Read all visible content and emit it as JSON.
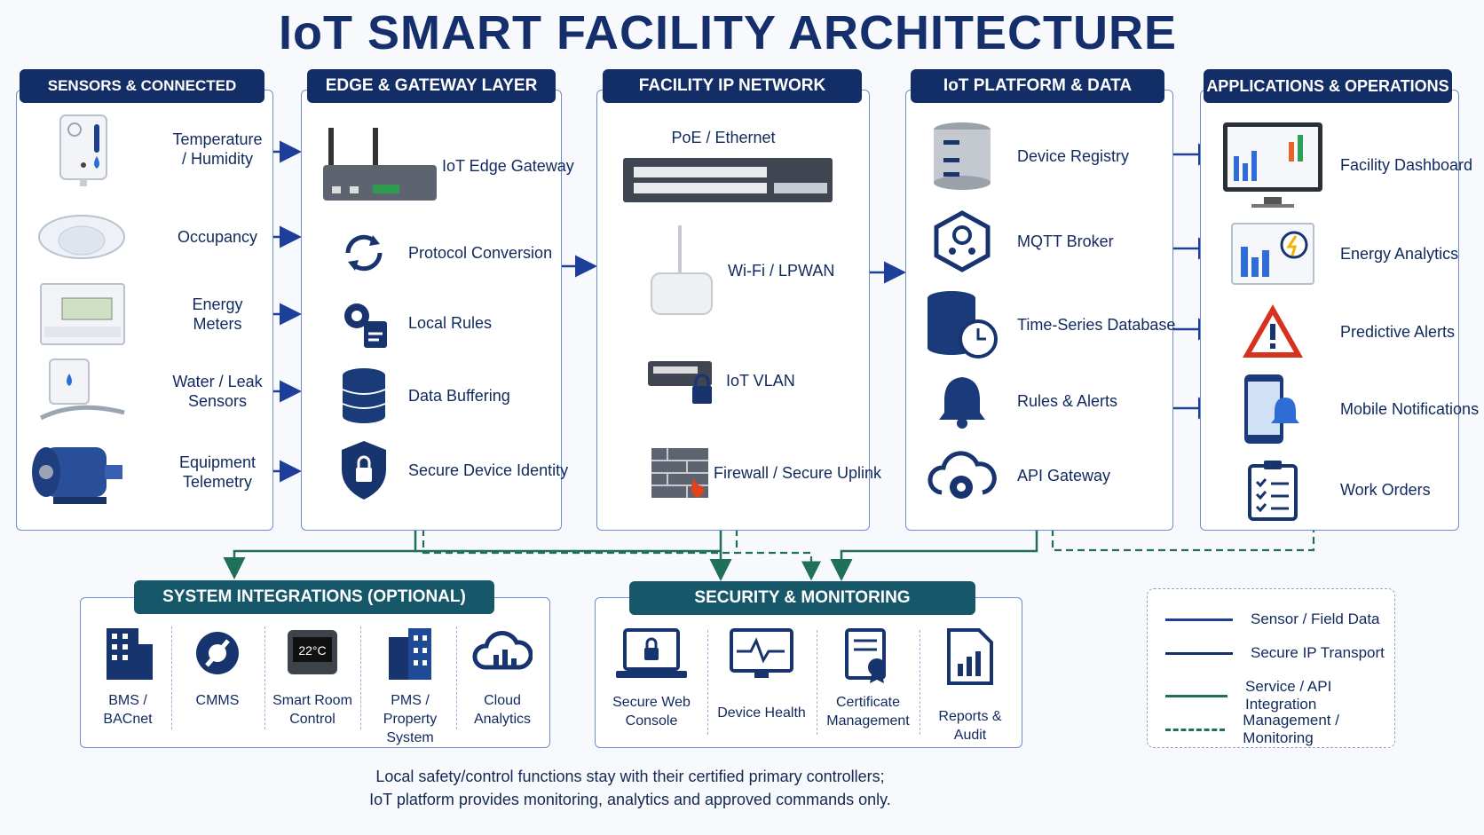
{
  "title": "IoT SMART FACILITY ARCHITECTURE",
  "columns": {
    "sensors": {
      "header": "SENSORS & CONNECTED DEVICES",
      "items": [
        {
          "label": "Temperature / Humidity",
          "icon": "thermostat-sensor-icon"
        },
        {
          "label": "Occupancy",
          "icon": "occupancy-sensor-icon"
        },
        {
          "label": "Energy Meters",
          "icon": "energy-meter-icon"
        },
        {
          "label": "Water / Leak Sensors",
          "icon": "leak-sensor-icon"
        },
        {
          "label": "Equipment Telemetry",
          "icon": "motor-icon"
        }
      ]
    },
    "edge": {
      "header": "EDGE & GATEWAY LAYER",
      "items": [
        {
          "label": "IoT Edge Gateway",
          "icon": "gateway-router-icon"
        },
        {
          "label": "Protocol Conversion",
          "icon": "sync-arrows-icon"
        },
        {
          "label": "Local Rules",
          "icon": "gear-document-icon"
        },
        {
          "label": "Data Buffering",
          "icon": "database-icon"
        },
        {
          "label": "Secure Device Identity",
          "icon": "shield-lock-icon"
        }
      ]
    },
    "network": {
      "header": "FACILITY IP NETWORK",
      "items": [
        {
          "label": "PoE / Ethernet",
          "icon": "network-switch-icon"
        },
        {
          "label": "Wi-Fi / LPWAN",
          "icon": "access-point-icon"
        },
        {
          "label": "IoT VLAN",
          "icon": "switch-lock-icon"
        },
        {
          "label": "Firewall / Secure Uplink",
          "icon": "firewall-icon"
        }
      ]
    },
    "platform": {
      "header": "IoT PLATFORM & DATA",
      "items": [
        {
          "label": "Device Registry",
          "icon": "server-stack-icon"
        },
        {
          "label": "MQTT Broker",
          "icon": "broker-hexagon-icon"
        },
        {
          "label": "Time-Series Database",
          "icon": "database-clock-icon"
        },
        {
          "label": "Rules & Alerts",
          "icon": "bell-icon"
        },
        {
          "label": "API Gateway",
          "icon": "cloud-gear-icon"
        }
      ]
    },
    "apps": {
      "header": "APPLICATIONS & OPERATIONS",
      "items": [
        {
          "label": "Facility Dashboard",
          "icon": "monitor-dashboard-icon"
        },
        {
          "label": "Energy Analytics",
          "icon": "energy-chart-icon"
        },
        {
          "label": "Predictive Alerts",
          "icon": "warning-triangle-icon"
        },
        {
          "label": "Mobile Notifications",
          "icon": "phone-bell-icon"
        },
        {
          "label": "Work Orders",
          "icon": "clipboard-checklist-icon"
        }
      ]
    }
  },
  "integrations": {
    "header": "SYSTEM INTEGRATIONS (OPTIONAL)",
    "items": [
      {
        "label": "BMS / BACnet",
        "icon": "building-icon"
      },
      {
        "label": "CMMS",
        "icon": "gear-wrench-icon"
      },
      {
        "label": "Smart Room Control",
        "icon": "room-thermostat-icon",
        "display": "22°C"
      },
      {
        "label": "PMS / Property System",
        "icon": "office-tower-icon"
      },
      {
        "label": "Cloud Analytics",
        "icon": "cloud-bars-icon"
      }
    ]
  },
  "security": {
    "header": "SECURITY & MONITORING",
    "items": [
      {
        "label": "Secure Web Console",
        "icon": "laptop-lock-icon"
      },
      {
        "label": "Device Health",
        "icon": "monitor-heartbeat-icon"
      },
      {
        "label": "Certificate Management",
        "icon": "certificate-icon"
      },
      {
        "label": "Reports & Audit",
        "icon": "report-chart-icon"
      }
    ]
  },
  "legend": [
    {
      "label": "Sensor / Field Data",
      "color": "#1d3f9a",
      "style": "solid"
    },
    {
      "label": "Secure IP Transport",
      "color": "#152f6c",
      "style": "solid"
    },
    {
      "label": "Service / API Integration",
      "color": "#1f6f5a",
      "style": "solid"
    },
    {
      "label": "Management / Monitoring",
      "color": "#1f6f5a",
      "style": "dashed"
    }
  ],
  "footer": {
    "line1": "Local safety/control functions stay with their certified primary controllers;",
    "line2": "IoT platform provides monitoring, analytics and approved commands only."
  },
  "colors": {
    "navy": "#132e66",
    "teal": "#16586a",
    "connector_green": "#1f6f5a",
    "arrow_blue": "#1d3f9a"
  }
}
